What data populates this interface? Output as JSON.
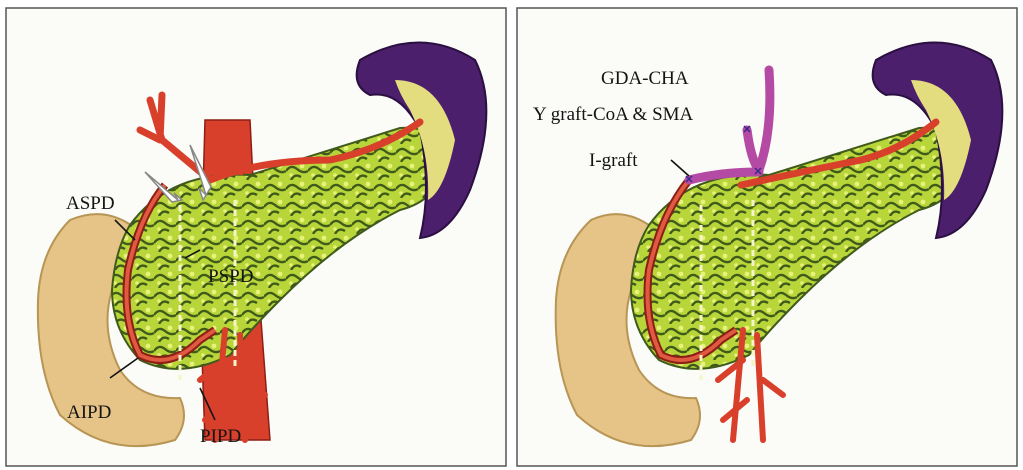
{
  "left_panel": {
    "labels": {
      "aspd": "ASPD",
      "pspd": "PSPD",
      "aipd": "AIPD",
      "pipd": "PIPD"
    }
  },
  "right_panel": {
    "labels": {
      "gda_cha": "GDA-CHA",
      "y_graft": "Y graft-CoA & SMA",
      "i_graft": "I-graft"
    }
  },
  "colors": {
    "duodenum": "#e6c386",
    "pancreas": "#b8d63a",
    "pancreas_dark": "#3f5a1a",
    "spleen": "#4b1f6b",
    "spleen_core": "#e4dd80",
    "artery": "#d8402c",
    "artery_dark": "#8c1e16",
    "graft": "#b44aa4",
    "frame": "#555555"
  }
}
